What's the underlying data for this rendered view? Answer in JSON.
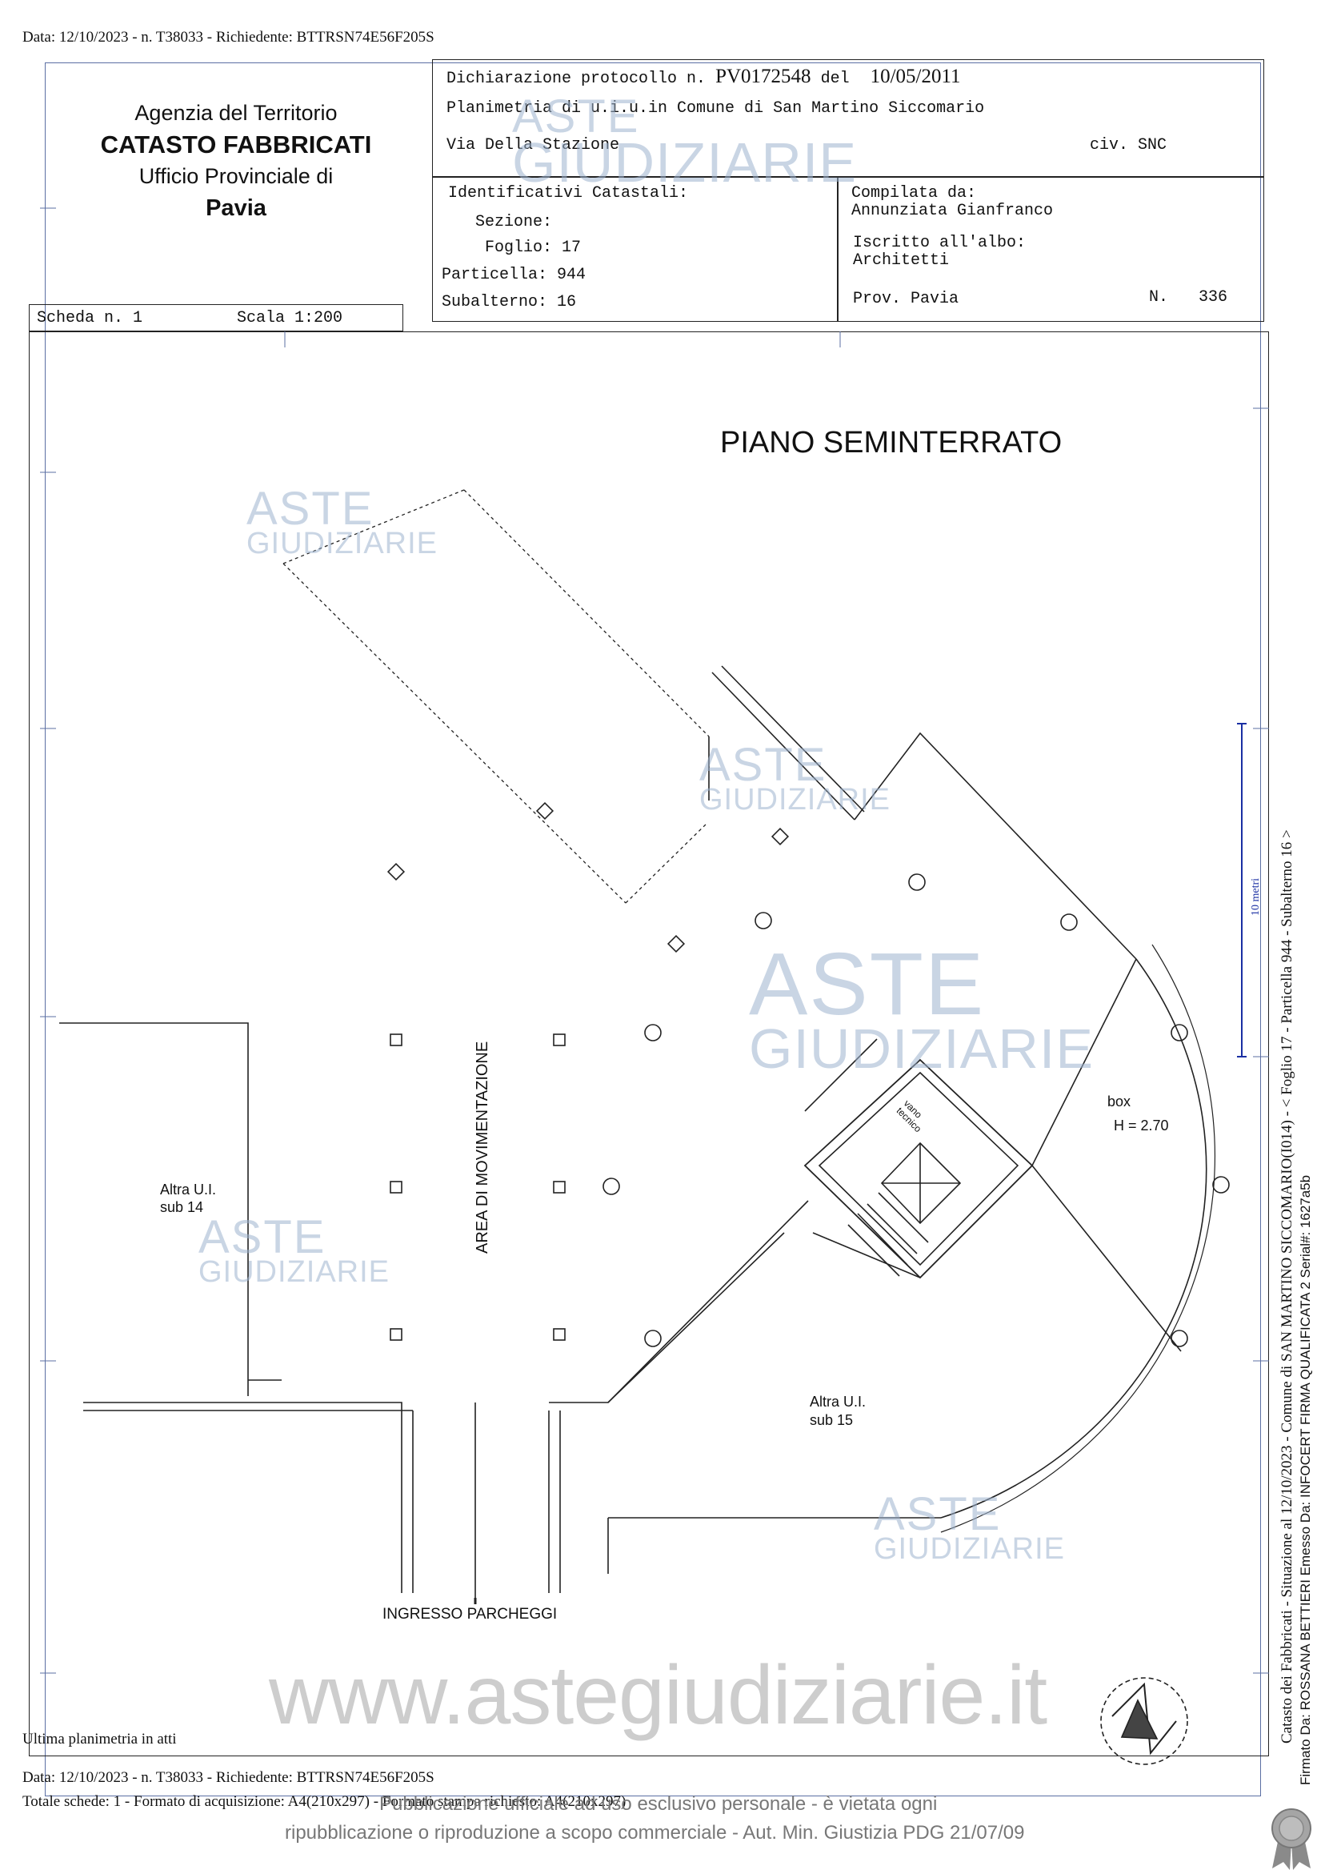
{
  "top_meta": "Data: 12/10/2023 - n. T38033 - Richiedente: BTTRSN74E56F205S",
  "agency": {
    "line1": "Agenzia del Territorio",
    "line2": "CATASTO FABBRICATI",
    "line3": "Ufficio Provinciale di",
    "line4": "Pavia"
  },
  "header": {
    "dichiarazione_label": "Dichiarazione protocollo n.",
    "protocol": "PV0172548",
    "del_label": "del",
    "date": "10/05/2011",
    "planimetria": "Planimetria di u.i.u.in Comune di San Martino Siccomario",
    "via": "Via Della Stazione",
    "civ": "civ. SNC"
  },
  "ident": {
    "title": "Identificativi Catastali:",
    "sezione": "Sezione:",
    "foglio_label": "Foglio:",
    "foglio": "17",
    "particella_label": "Particella:",
    "particella": "944",
    "subalterno_label": "Subalterno:",
    "subalterno": "16"
  },
  "compilata": {
    "label": "Compilata da:",
    "name": "Annunziata Gianfranco",
    "albo_label": "Iscritto all'albo:",
    "albo": "Architetti",
    "prov": "Prov. Pavia",
    "n_label": "N.",
    "n": "336"
  },
  "scheda": {
    "scheda": "Scheda n. 1",
    "scala": "Scala 1:200"
  },
  "plan": {
    "title": "PIANO  SEMINTERRATO",
    "area": "AREA DI MOVIMENTAZIONE",
    "altra14_a": "Altra U.I.",
    "altra14_b": "sub 14",
    "altra15_a": "Altra U.I.",
    "altra15_b": "sub 15",
    "box": "box",
    "h": "H = 2.70",
    "vano_a": "vano",
    "vano_b": "tecnico",
    "ingresso": "INGRESSO PARCHEGGI",
    "metri": "10 metri"
  },
  "watermark": {
    "aste": "ASTE",
    "giudiziarie": "GIUDIZIARIE",
    "site": "www.astegiudiziarie.it"
  },
  "side": {
    "line1": "Catasto dei Fabbricati - Situazione al 12/10/2023 - Comune di SAN MARTINO SICCOMARIO(I014) - < Foglio 17 - Particella 944 - Subalterno 16 >",
    "line2": "Firmato Da: ROSSANA BETTIERI Emesso Da: INFOCERT FIRMA QUALIFICATA 2 Serial#: 1627a5b"
  },
  "bottom": {
    "ultima": "Ultima planimetria in atti",
    "meta": "Data: 12/10/2023 - n. T38033 - Richiedente: BTTRSN74E56F205S",
    "totale": "Totale schede: 1 - Formato di acquisizione: A4(210x297) - Formato stampa richiesto: A4(210x297)",
    "pub1": "Pubblicazione ufficiale ad uso esclusivo personale - è vietata ogni",
    "pub2": "ripubblicazione o riproduzione a scopo commerciale - Aut. Min. Giustizia PDG 21/07/09"
  }
}
